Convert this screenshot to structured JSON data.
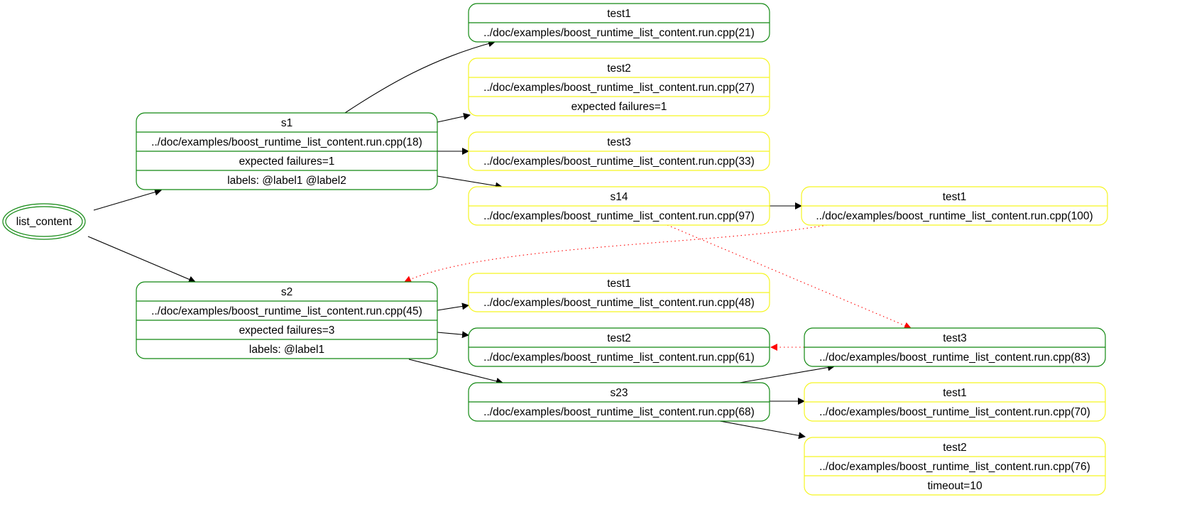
{
  "diagram": {
    "root": {
      "label": "list_content"
    },
    "nodes": {
      "s1": {
        "title": "s1",
        "rows": [
          "../doc/examples/boost_runtime_list_content.run.cpp(18)",
          "expected failures=1",
          "labels: @label1 @label2"
        ],
        "status": "enabled"
      },
      "s1_test1": {
        "title": "test1",
        "rows": [
          "../doc/examples/boost_runtime_list_content.run.cpp(21)"
        ],
        "status": "enabled"
      },
      "s1_test2": {
        "title": "test2",
        "rows": [
          "../doc/examples/boost_runtime_list_content.run.cpp(27)",
          "expected failures=1"
        ],
        "status": "disabled"
      },
      "s1_test3": {
        "title": "test3",
        "rows": [
          "../doc/examples/boost_runtime_list_content.run.cpp(33)"
        ],
        "status": "disabled"
      },
      "s14": {
        "title": "s14",
        "rows": [
          "../doc/examples/boost_runtime_list_content.run.cpp(97)"
        ],
        "status": "disabled"
      },
      "s14_test1": {
        "title": "test1",
        "rows": [
          "../doc/examples/boost_runtime_list_content.run.cpp(100)"
        ],
        "status": "disabled"
      },
      "s2": {
        "title": "s2",
        "rows": [
          "../doc/examples/boost_runtime_list_content.run.cpp(45)",
          "expected failures=3",
          "labels: @label1"
        ],
        "status": "enabled"
      },
      "s2_test1": {
        "title": "test1",
        "rows": [
          "../doc/examples/boost_runtime_list_content.run.cpp(48)"
        ],
        "status": "disabled"
      },
      "s2_test2": {
        "title": "test2",
        "rows": [
          "../doc/examples/boost_runtime_list_content.run.cpp(61)"
        ],
        "status": "enabled"
      },
      "s23": {
        "title": "s23",
        "rows": [
          "../doc/examples/boost_runtime_list_content.run.cpp(68)"
        ],
        "status": "enabled"
      },
      "s23_test3": {
        "title": "test3",
        "rows": [
          "../doc/examples/boost_runtime_list_content.run.cpp(83)"
        ],
        "status": "enabled"
      },
      "s23_test1": {
        "title": "test1",
        "rows": [
          "../doc/examples/boost_runtime_list_content.run.cpp(70)"
        ],
        "status": "disabled"
      },
      "s23_test2": {
        "title": "test2",
        "rows": [
          "../doc/examples/boost_runtime_list_content.run.cpp(76)",
          "timeout=10"
        ],
        "status": "disabled"
      }
    },
    "edges": [
      {
        "from": "root",
        "to": "s1",
        "kind": "contains"
      },
      {
        "from": "root",
        "to": "s2",
        "kind": "contains"
      },
      {
        "from": "s1",
        "to": "s1_test1",
        "kind": "contains"
      },
      {
        "from": "s1",
        "to": "s1_test2",
        "kind": "contains"
      },
      {
        "from": "s1",
        "to": "s1_test3",
        "kind": "contains"
      },
      {
        "from": "s1",
        "to": "s14",
        "kind": "contains"
      },
      {
        "from": "s14",
        "to": "s14_test1",
        "kind": "contains"
      },
      {
        "from": "s2",
        "to": "s2_test1",
        "kind": "contains"
      },
      {
        "from": "s2",
        "to": "s2_test2",
        "kind": "contains"
      },
      {
        "from": "s2",
        "to": "s23",
        "kind": "contains"
      },
      {
        "from": "s23",
        "to": "s23_test3",
        "kind": "contains"
      },
      {
        "from": "s23",
        "to": "s23_test1",
        "kind": "contains"
      },
      {
        "from": "s23",
        "to": "s23_test2",
        "kind": "contains"
      },
      {
        "from": "s14",
        "to": "s23_test3",
        "kind": "depends"
      },
      {
        "from": "s14_test1",
        "to": "s2",
        "kind": "depends"
      },
      {
        "from": "s23_test3",
        "to": "s2_test2",
        "kind": "depends"
      }
    ],
    "colors": {
      "enabled": "#118811",
      "disabled": "#f5f522",
      "edge": "#000000",
      "dependency": "#ff0000",
      "text": "#000000"
    }
  }
}
